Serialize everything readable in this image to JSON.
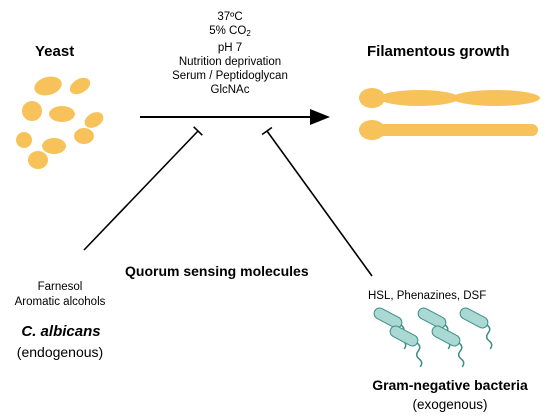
{
  "yeast_label": "Yeast",
  "filament_label": "Filamentous growth",
  "conditions": {
    "temp": "37ºC",
    "co2_prefix": "5% CO",
    "co2_sub": "2",
    "ph": "pH 7",
    "nutrition": "Nutrition deprivation",
    "serum": "Serum / Peptidoglycan",
    "glcnac": "GlcNAc"
  },
  "quorum_label": "Quorum sensing molecules",
  "calbicans": {
    "molecules": [
      "Farnesol",
      "Aromatic alcohols"
    ],
    "name": "C. albicans",
    "origin": "(endogenous)"
  },
  "bacteria": {
    "molecules": "HSL, Phenazines, DSF",
    "name": "Gram-negative bacteria",
    "origin": "(exogenous)"
  },
  "colors": {
    "yeast_fill": "#F7C25A",
    "bacteria_fill": "#A9D9D2",
    "bacteria_stroke": "#3E8F88",
    "line": "#000000"
  }
}
